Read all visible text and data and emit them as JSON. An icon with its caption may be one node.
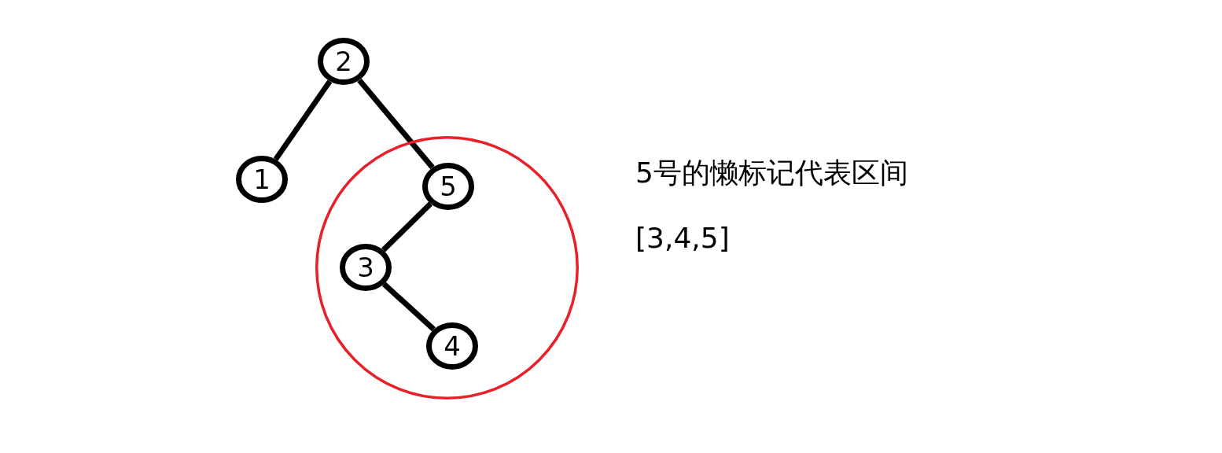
{
  "diagram": {
    "nodes": [
      {
        "text": [
          "2"
        ]
      },
      {
        "text": [
          "1"
        ]
      },
      {
        "text": [],
        "shape": "circle"
      },
      {
        "text": [
          "5"
        ],
        "in": 2
      },
      {
        "text": [
          "3"
        ],
        "in": 2
      },
      {
        "text": [
          "4"
        ],
        "in": 2
      }
    ],
    "edges": [
      {
        "from": 0,
        "to": 1,
        "arrow": "none"
      },
      {
        "from": 0,
        "to": 3,
        "arrow": "none"
      },
      {
        "from": 3,
        "to": 4,
        "arrow": "none"
      },
      {
        "from": 4,
        "to": 5,
        "arrow": "none"
      }
    ],
    "labels": [
      "5号的懒标记代表区间",
      "[3,4,5]"
    ]
  }
}
